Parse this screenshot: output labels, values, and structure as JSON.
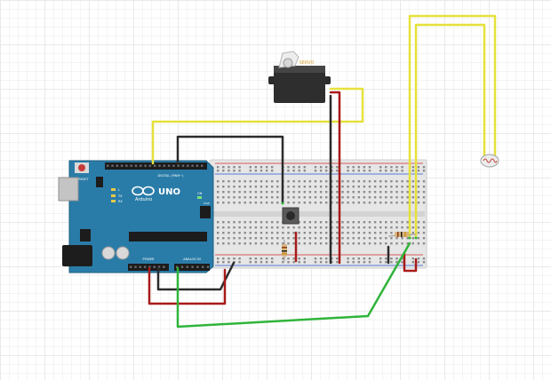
{
  "arduino": {
    "logo_text": "UNO",
    "brand_text": "Arduino",
    "digital_header_label": "DIGITAL (PWM~)",
    "analog_header_label": "ANALOG IN",
    "power_header_label": "POWER",
    "reset_label": "RESET",
    "icsp_label": "ICSP",
    "tx_label": "TX",
    "rx_label": "RX",
    "l_label": "L",
    "on_label": "ON"
  },
  "servo": {
    "label": "SERVO"
  },
  "colors": {
    "background": "#ffffff",
    "pcb": "#2a7ca8",
    "breadboard": "#e6e6e6",
    "wire_yellow": "#e6e13a",
    "wire_black": "#2b2b2b",
    "wire_red": "#a81a1a",
    "wire_green": "#2fb43a",
    "rail_red": "#d65b5b",
    "rail_blue": "#5b7bd6"
  },
  "components": [
    "arduino-uno",
    "breadboard",
    "servo-motor",
    "pushbutton",
    "resistor",
    "resistor",
    "photoresistor"
  ]
}
